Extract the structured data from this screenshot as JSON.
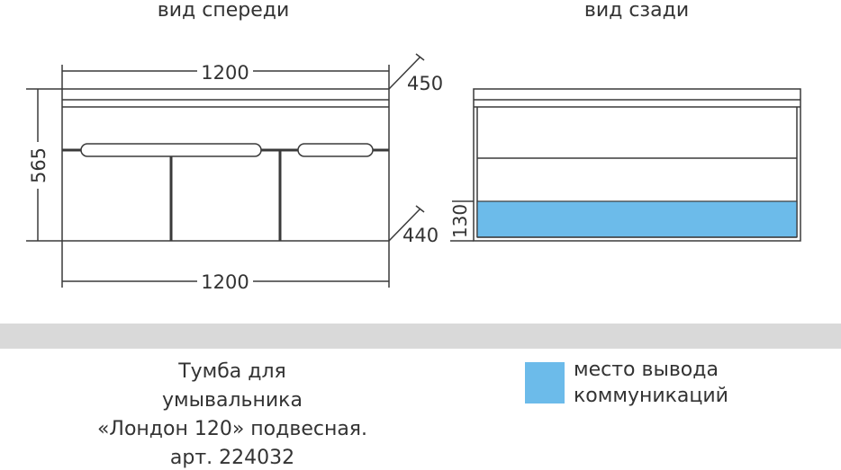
{
  "views": {
    "front_title": "вид спереди",
    "rear_title": "вид сзади"
  },
  "dimensions": {
    "width_top": "1200",
    "width_bottom": "1200",
    "height": "565",
    "depth_top": "450",
    "depth_bottom": "440",
    "comm_height": "130"
  },
  "description": {
    "line1": "Тумба для",
    "line2": "умывальника",
    "line3": "«Лондон 120» подвесная.",
    "line4": "арт. 224032"
  },
  "legend": {
    "line1": "место вывода",
    "line2": "коммуникаций",
    "color": "#6cbbea"
  },
  "colors": {
    "band": "#d9d9d9",
    "line": "#3a3a3a"
  }
}
